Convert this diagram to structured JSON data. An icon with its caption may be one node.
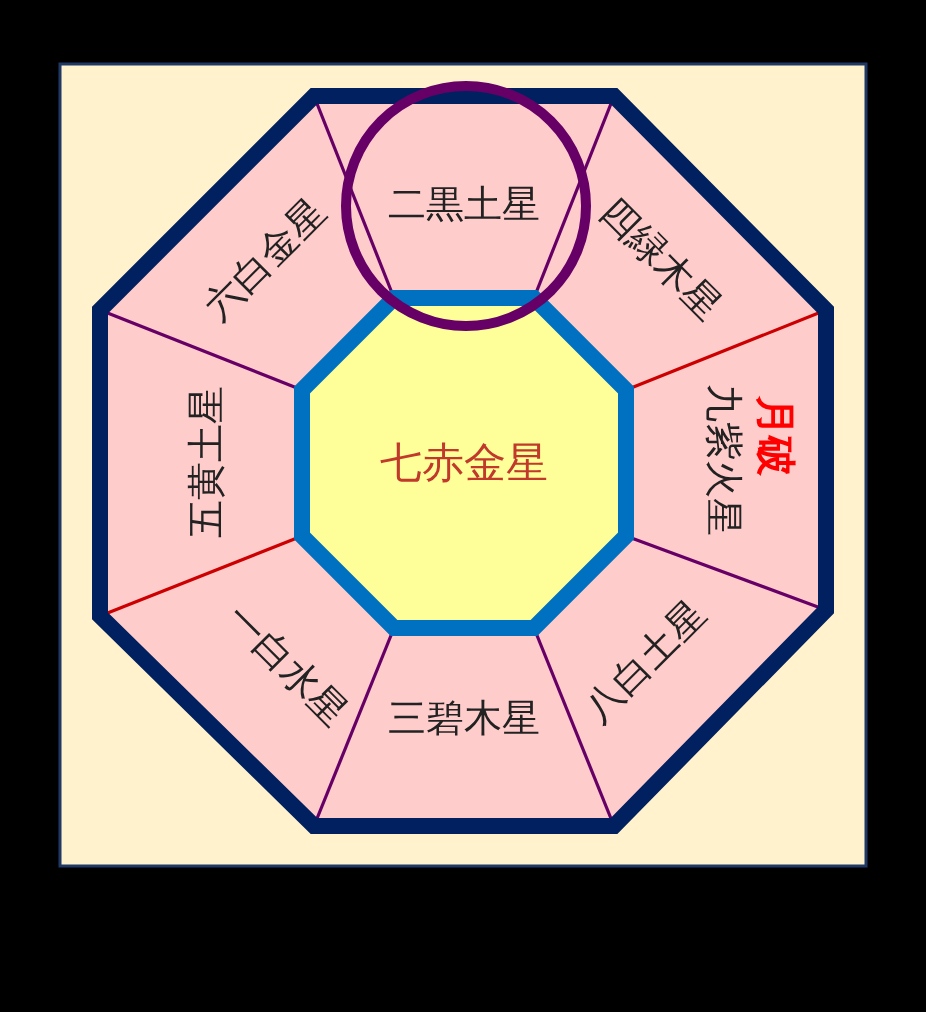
{
  "diagram": {
    "nodes": [
      {
        "text": [
          "二黒土星"
        ]
      },
      {
        "text": [
          "六白金星"
        ]
      },
      {
        "text": [
          "四緑木星"
        ]
      },
      {
        "text": [
          "五黄土星"
        ]
      },
      {
        "text": [
          "七赤金星"
        ]
      },
      {
        "text": [
          "九紫火星",
          "月破"
        ]
      },
      {
        "text": [
          "一白水星"
        ]
      },
      {
        "text": [
          "八白土星"
        ]
      },
      {
        "text": [
          "三碧木星"
        ]
      }
    ]
  }
}
